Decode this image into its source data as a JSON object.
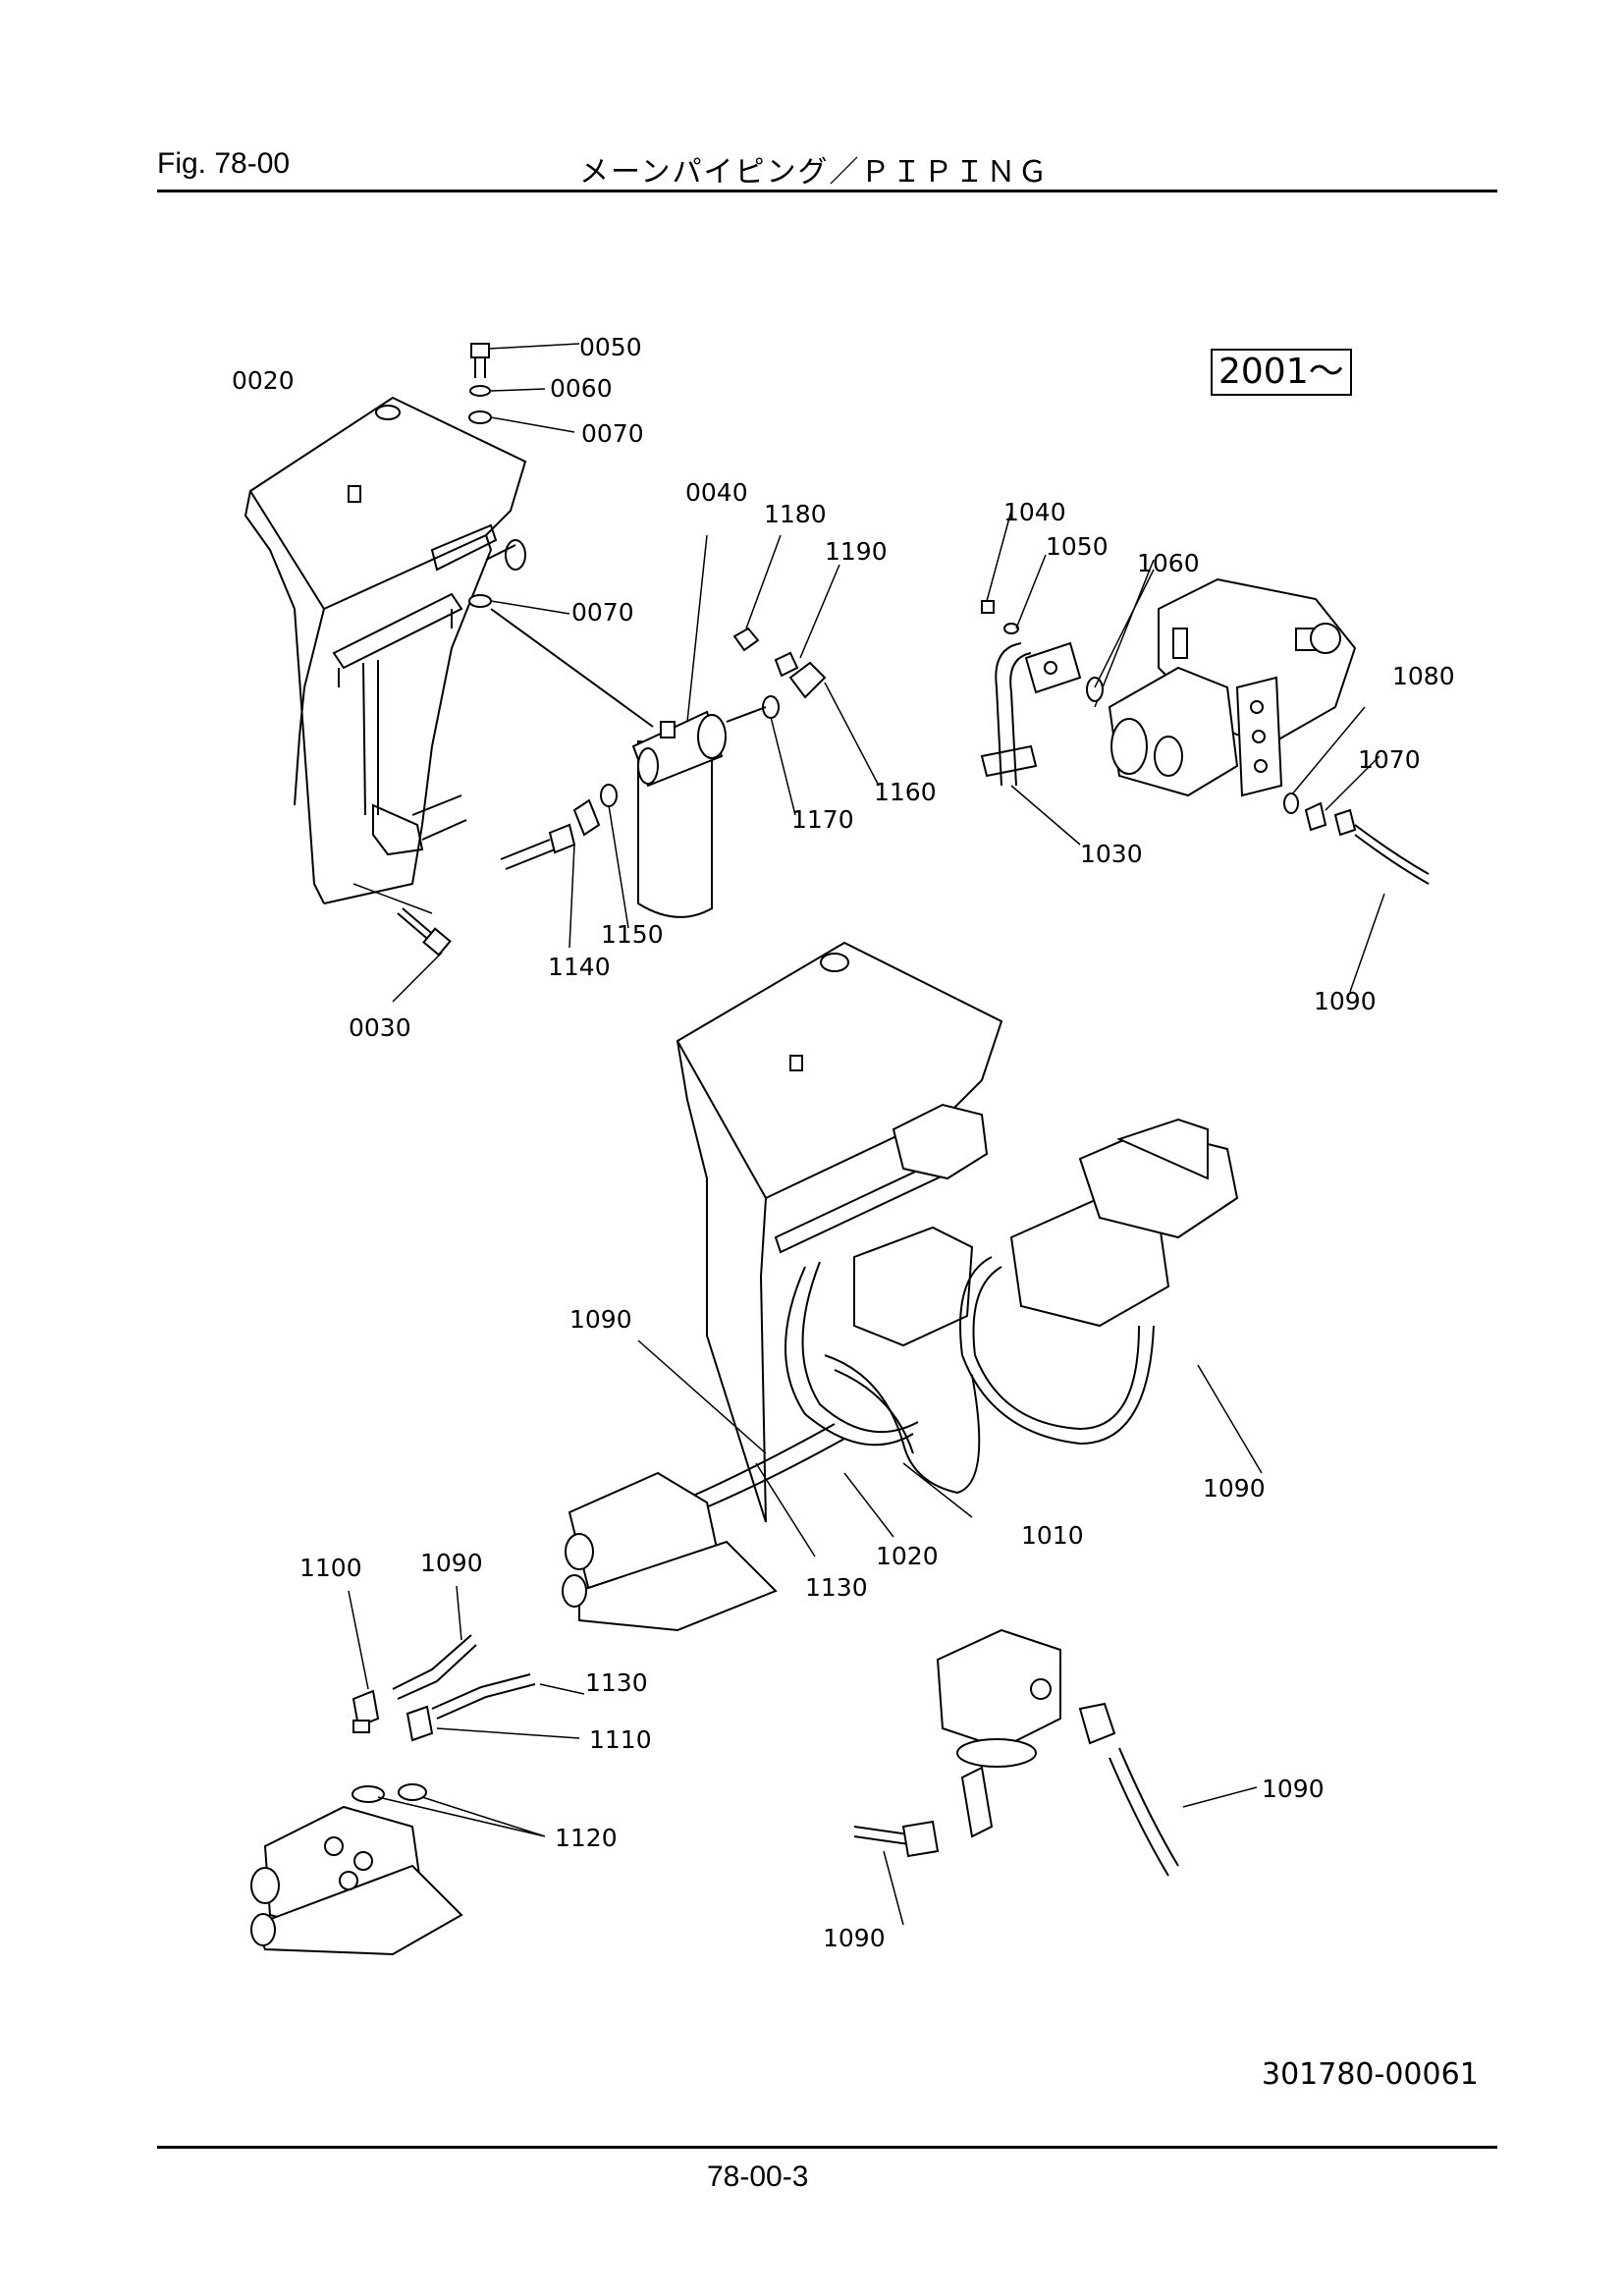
{
  "header": {
    "fig_label": "Fig.  78-00",
    "title": "メーンパイピング／ＰＩＰＩＮＧ"
  },
  "badge": "2001～",
  "doc_number": "301780-00061",
  "page_number": "78-00-3",
  "callouts": [
    "0050",
    "0060",
    "0070",
    "0020",
    "0070",
    "0040",
    "1180",
    "1190",
    "1040",
    "1050",
    "1060",
    "1080",
    "1070",
    "1160",
    "1170",
    "1030",
    "1140",
    "1150",
    "1090",
    "0030",
    "1090",
    "1090",
    "1010",
    "1020",
    "1130",
    "1100",
    "1090",
    "1130",
    "1110",
    "1120",
    "1090",
    "1090"
  ]
}
